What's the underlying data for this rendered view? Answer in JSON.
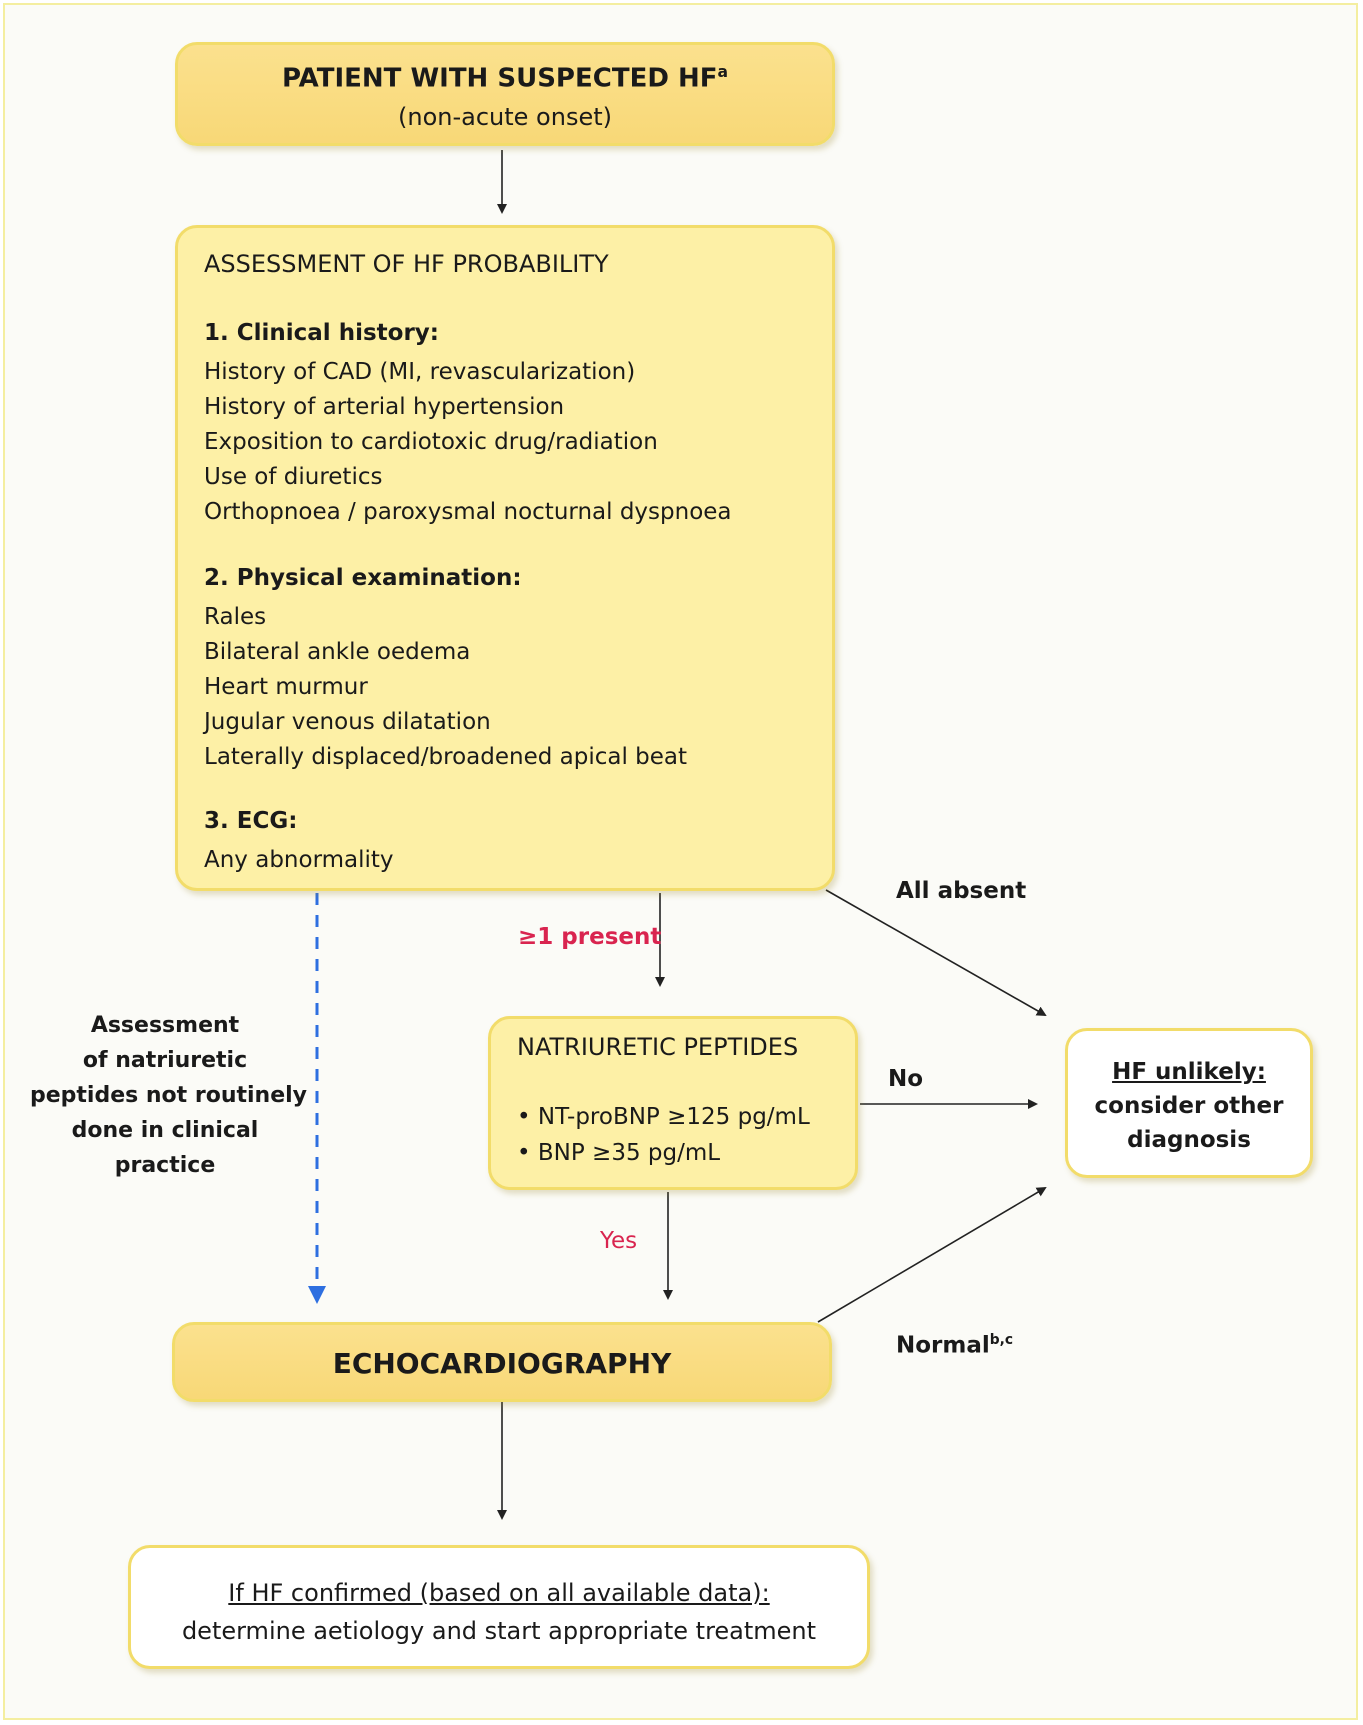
{
  "colors": {
    "box_gold": "#f9dc80",
    "box_cream": "#fdf0a6",
    "box_border": "#f2dc6a",
    "arrow": "#222222",
    "dashed_arrow": "#2e6fe0",
    "red_label": "#d9244f"
  },
  "start": {
    "title": "PATIENT WITH SUSPECTED HF",
    "title_sup": "a",
    "subtitle": "(non-acute onset)"
  },
  "assessment": {
    "heading": "ASSESSMENT OF HF PROBABILITY",
    "sections": [
      {
        "title": "1. Clinical history:",
        "items": [
          "History of CAD (MI, revascularization)",
          "History of arterial hypertension",
          "Exposition to cardiotoxic drug/radiation",
          "Use of diuretics",
          "Orthopnoea / paroxysmal nocturnal dyspnoea"
        ]
      },
      {
        "title": "2. Physical examination:",
        "items": [
          "Rales",
          "Bilateral ankle oedema",
          "Heart murmur",
          "Jugular venous dilatation",
          "Laterally displaced/broadened apical beat"
        ]
      },
      {
        "title": "3. ECG:",
        "items": [
          "Any abnormality"
        ]
      }
    ]
  },
  "natriuretic": {
    "heading": "NATRIURETIC PEPTIDES",
    "items": [
      "• NT-proBNP ≥125 pg/mL",
      "• BNP  ≥35 pg/mL"
    ]
  },
  "unlikely": {
    "title": "HF unlikely:",
    "line2": "consider other",
    "line3": "diagnosis"
  },
  "echo": {
    "label": "ECHOCARDIOGRAPHY"
  },
  "final": {
    "title": "If HF confirmed (based on all available data):",
    "line2": "determine aetiology and start appropriate treatment"
  },
  "labels": {
    "all_absent": "All absent",
    "present": "≥1 present",
    "no": "No",
    "yes": "Yes",
    "normal": "Normal",
    "normal_sup": "b,c",
    "side_note": [
      "Assessment",
      "of natriuretic",
      "peptides not routinely",
      "done in clinical",
      "practice"
    ]
  }
}
